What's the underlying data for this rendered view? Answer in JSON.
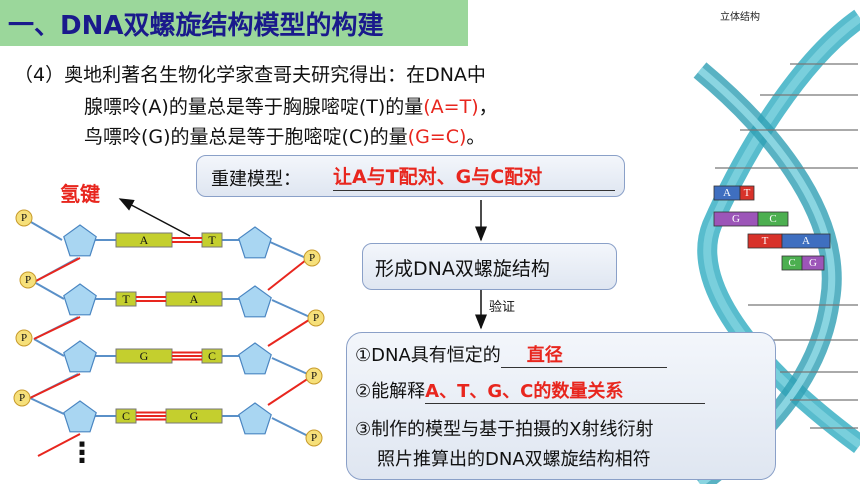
{
  "title": "一、DNA双螺旋结构模型的构建",
  "paragraph": {
    "line1": "（4）奥地利著名生物化学家查哥夫研究得出：在DNA中",
    "line2_text": "腺嘌呤(A)的量总是等于胸腺嘧啶(T)的量",
    "line2_red": "(A=T)",
    "line2_tail": "，",
    "line3_text": "鸟嘌呤(G)的量总是等于胞嘧啶(C)的量",
    "line3_red": "(G=C)",
    "line3_tail": "。"
  },
  "hydrogen_bond_label": "氢键",
  "model_box": {
    "label": "重建模型：",
    "value": "让A与T配对、G与C配对"
  },
  "form_box": {
    "text": "形成DNA双螺旋结构"
  },
  "verify_label": "验证",
  "verify_box": {
    "line1_prefix": "①DNA具有恒定的",
    "line1_fill": "直径",
    "line2_prefix": "②能解释",
    "line2_fill": "A、T、G、C的数量关系",
    "line3": "③制作的模型与基于拍摄的X射线衍射",
    "line4": "照片推算出的DNA双螺旋结构相符"
  },
  "stereo_label": "立体结构",
  "phosphate_letter": "P",
  "ladder_pairs": [
    {
      "left": "A",
      "right": "T"
    },
    {
      "left": "T",
      "right": "A"
    },
    {
      "left": "G",
      "right": "C"
    },
    {
      "left": "C",
      "right": "G"
    }
  ],
  "helix_pairs": [
    {
      "left": "A",
      "right": "T"
    },
    {
      "left": "G",
      "right": "C"
    },
    {
      "left": "T",
      "right": "A"
    },
    {
      "left": "C",
      "right": "G"
    }
  ],
  "ellipsis": "⋮",
  "colors": {
    "base_yellow": "#c4cf2e",
    "sugar_blue": "#a9d6f2",
    "phosphate_fill": "#f6e07a",
    "bond_red": "#e8261e",
    "helix_teal": "#3bb0c4"
  }
}
